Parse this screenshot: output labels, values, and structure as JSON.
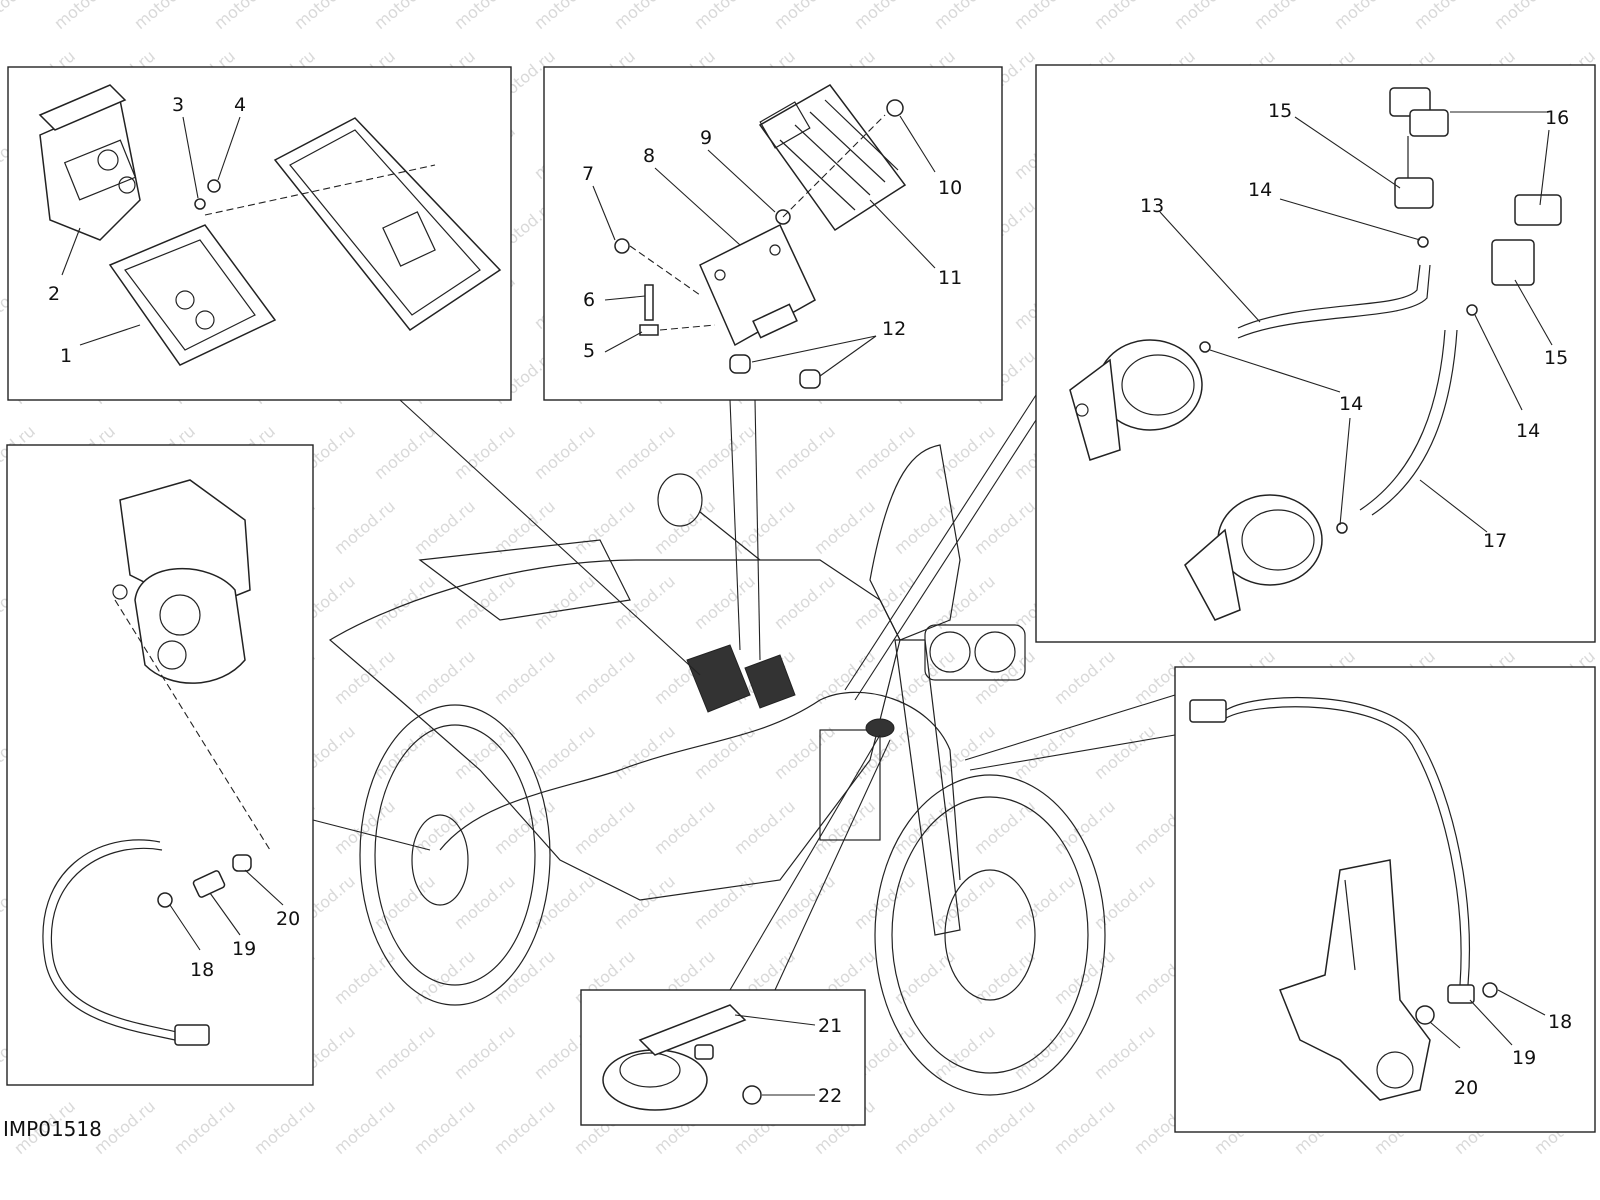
{
  "drawing_code": "IMP01518",
  "watermark_text": "motod.ru",
  "colors": {
    "line": "#222222",
    "background": "#ffffff",
    "watermark": "#d9d9d9"
  },
  "callouts": {
    "c1": "1",
    "c2": "2",
    "c3": "3",
    "c4": "4",
    "c5": "5",
    "c6": "6",
    "c7": "7",
    "c8": "8",
    "c9": "9",
    "c10": "10",
    "c11": "11",
    "c12": "12",
    "c13": "13",
    "c14": "14",
    "c15": "15",
    "c16": "16",
    "c17": "17",
    "c18": "18",
    "c19": "19",
    "c20": "20",
    "c21": "21",
    "c22": "22"
  }
}
